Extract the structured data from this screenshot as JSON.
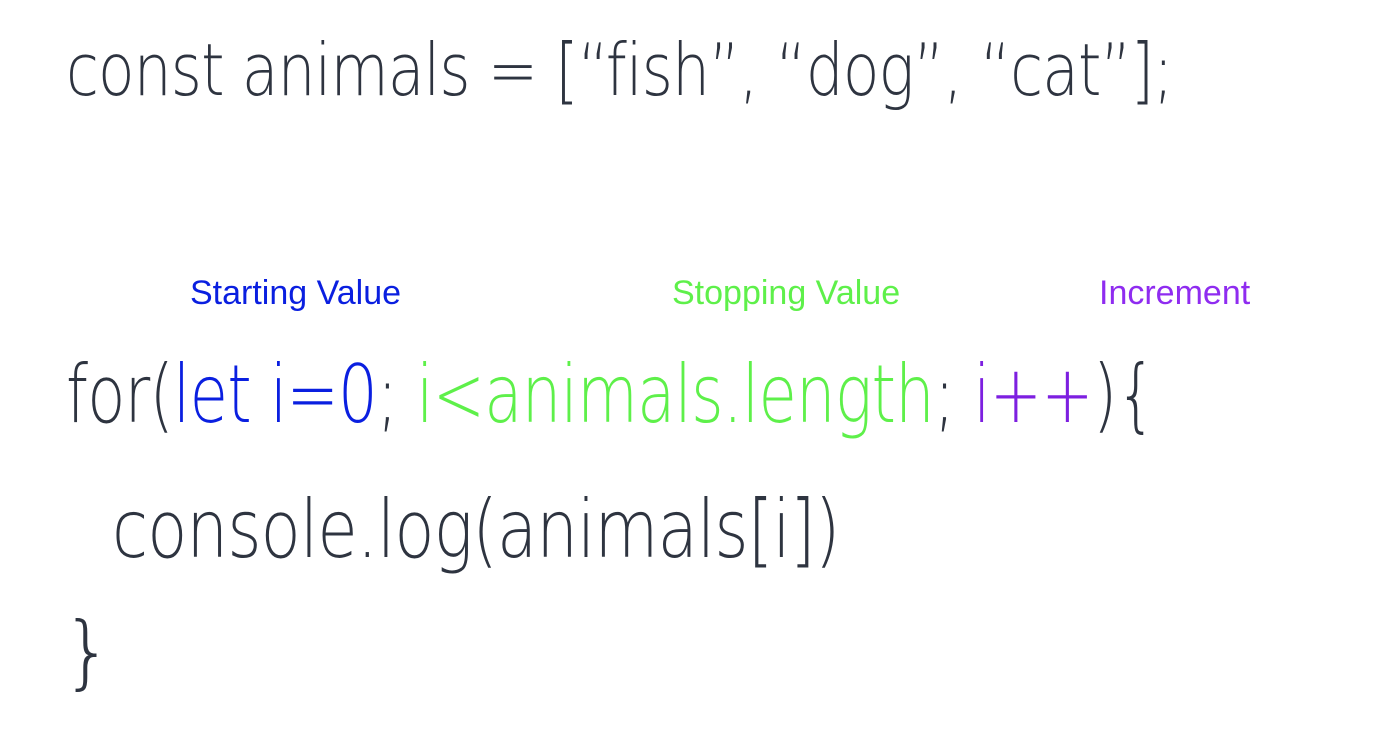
{
  "code": {
    "const_line": "const animals = [“fish”, “dog”, “cat”];",
    "for_line": {
      "prefix": "for(",
      "starting": "let i=0",
      "sep1": "; ",
      "stopping": "i<animals.length",
      "sep2": "; ",
      "increment": "i++",
      "suffix": "){"
    },
    "body_line": "console.log(animals[i])",
    "close_line": "}"
  },
  "labels": {
    "starting": "Starting Value",
    "stopping": "Stopping Value",
    "increment": "Increment"
  },
  "colors": {
    "text": "#2e3440",
    "starting": "#0a1fe0",
    "stopping": "#5ef04a",
    "increment": "#7d1fe0"
  }
}
